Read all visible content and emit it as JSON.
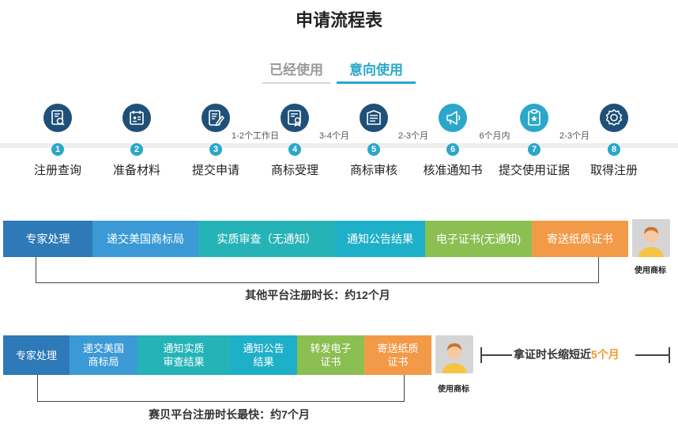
{
  "title": "申请流程表",
  "tabs": [
    {
      "label": "已经使用",
      "active": false
    },
    {
      "label": "意向使用",
      "active": true
    }
  ],
  "steps": [
    {
      "num": "1",
      "label": "注册查询",
      "icon": "search-doc-icon"
    },
    {
      "num": "2",
      "label": "准备材料",
      "icon": "calendar-id-icon"
    },
    {
      "num": "3",
      "label": "提交申请",
      "icon": "edit-doc-icon"
    },
    {
      "num": "4",
      "label": "商标受理",
      "icon": "certificate-icon"
    },
    {
      "num": "5",
      "label": "商标审核",
      "icon": "review-doc-icon"
    },
    {
      "num": "6",
      "label": "核准通知书",
      "icon": "megaphone-icon"
    },
    {
      "num": "7",
      "label": "提交使用证据",
      "icon": "clipboard-star-icon"
    },
    {
      "num": "8",
      "label": "取得注册",
      "icon": "badge-icon"
    }
  ],
  "durations": [
    "1-2个工作日",
    "3-4个月",
    "2-3个月",
    "6个月内",
    "2-3个月"
  ],
  "other_platform": {
    "bars": [
      "专家处理",
      "递交美国商标局",
      "实质审查（无通知）",
      "通知公告结果",
      "电子证书(无通知)",
      "寄送纸质证书"
    ],
    "avatar_label": "使用商标",
    "caption": "其他平台注册时长：约12个月"
  },
  "saibei_platform": {
    "bars": [
      "专家处理",
      "递交美国商标局",
      "通知实质审查结果",
      "通知公告结果",
      "转发电子证书",
      "寄送纸质证书"
    ],
    "avatar_label": "使用商标",
    "caption": "赛贝平台注册时长最快：约7个月",
    "note_prefix": "拿证时长缩短近",
    "note_highlight": "5个月"
  },
  "colors": {
    "dark_blue": "#2e7ab8",
    "blue": "#3b9ad6",
    "teal": "#26b3b8",
    "cyan": "#1fb0c9",
    "green": "#8cbf52",
    "orange": "#f39a48",
    "accent": "#2aa7c9",
    "icon_navy": "#1f5078"
  }
}
